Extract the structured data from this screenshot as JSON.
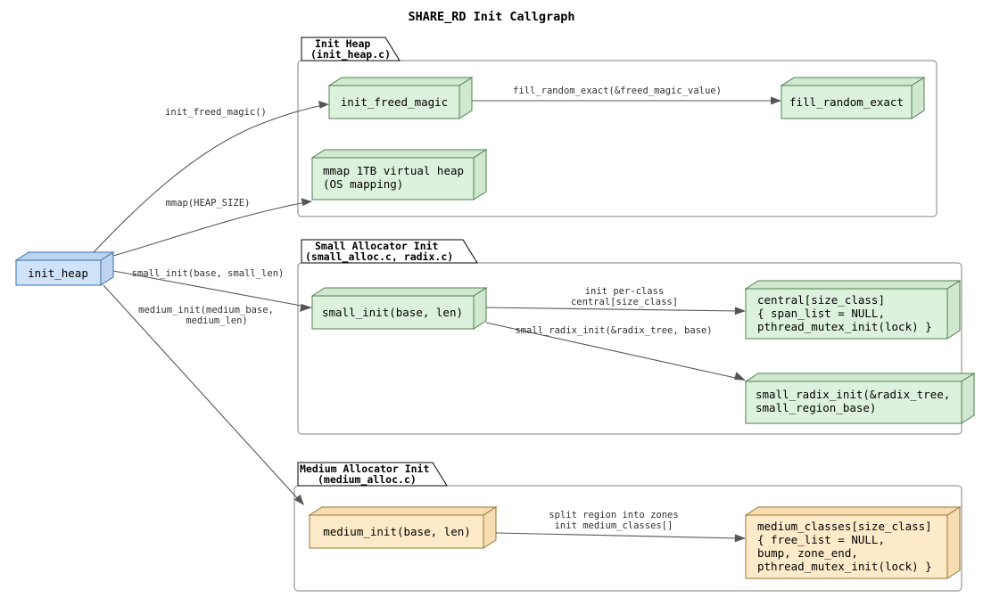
{
  "diagram": {
    "title": "SHARE_RD Init Callgraph",
    "type": "callgraph",
    "background": "#ffffff"
  },
  "palette": {
    "green_fill": "#ddf2dd",
    "green_side": "#cfe8cf",
    "green_stroke": "#4f7f4f",
    "blue_fill": "#cfe2f7",
    "blue_side": "#bcd4ef",
    "blue_stroke": "#3a6ea5",
    "orange_fill": "#fdeac8",
    "orange_side": "#f6ddb2",
    "orange_stroke": "#9a7432",
    "cluster_stroke": "#808080",
    "tab_stroke": "#000000",
    "edge_stroke": "#555555",
    "text": "#000000"
  },
  "root_node": {
    "id": "init_heap",
    "label": "init_heap",
    "color": "blue"
  },
  "clusters": [
    {
      "id": "cluster-init-heap",
      "title": "Init Heap",
      "subtitle": "(init_heap.c)",
      "nodes": [
        {
          "id": "init_freed_magic",
          "lines": [
            "init_freed_magic"
          ],
          "color": "green",
          "align": "center"
        },
        {
          "id": "mmap_virtual_heap",
          "lines": [
            "mmap 1TB virtual heap",
            "(OS mapping)"
          ],
          "color": "green",
          "align": "left"
        },
        {
          "id": "fill_random_exact",
          "lines": [
            "fill_random_exact"
          ],
          "color": "green",
          "align": "center"
        }
      ]
    },
    {
      "id": "cluster-small-alloc",
      "title": "Small Allocator Init",
      "subtitle": "(small_alloc.c, radix.c)",
      "nodes": [
        {
          "id": "small_init",
          "lines": [
            "small_init(base, len)"
          ],
          "color": "green",
          "align": "center"
        },
        {
          "id": "central_size_class",
          "lines": [
            "central[size_class]",
            "{ span_list = NULL,",
            "  pthread_mutex_init(lock) }"
          ],
          "color": "green",
          "align": "left"
        },
        {
          "id": "small_radix_init",
          "lines": [
            "small_radix_init(&radix_tree,",
            " small_region_base)"
          ],
          "color": "green",
          "align": "left"
        }
      ]
    },
    {
      "id": "cluster-medium-alloc",
      "title": "Medium Allocator Init",
      "subtitle": "(medium_alloc.c)",
      "nodes": [
        {
          "id": "medium_init",
          "lines": [
            "medium_init(base, len)"
          ],
          "color": "orange",
          "align": "center"
        },
        {
          "id": "medium_classes",
          "lines": [
            "medium_classes[size_class]",
            "{ free_list = NULL,",
            "  bump, zone_end,",
            "  pthread_mutex_init(lock) }"
          ],
          "color": "orange",
          "align": "left"
        }
      ]
    }
  ],
  "edges": [
    {
      "id": "edge-init-heap-to-init-freed-magic",
      "from": "init_heap",
      "to": "init_freed_magic",
      "label_lines": [
        "init_freed_magic()"
      ]
    },
    {
      "id": "edge-init-heap-to-mmap",
      "from": "init_heap",
      "to": "mmap_virtual_heap",
      "label_lines": [
        "mmap(HEAP_SIZE)"
      ]
    },
    {
      "id": "edge-init-heap-to-small-init",
      "from": "init_heap",
      "to": "small_init",
      "label_lines": [
        "small_init(base, small_len)"
      ]
    },
    {
      "id": "edge-init-heap-to-medium-init",
      "from": "init_heap",
      "to": "medium_init",
      "label_lines": [
        "medium_init(medium_base,",
        "medium_len)"
      ]
    },
    {
      "id": "edge-init-freed-magic-to-fill-random-exact",
      "from": "init_freed_magic",
      "to": "fill_random_exact",
      "label_lines": [
        "fill_random_exact(&freed_magic_value)"
      ]
    },
    {
      "id": "edge-small-init-to-central",
      "from": "small_init",
      "to": "central_size_class",
      "label_lines": [
        "init per-class",
        "central[size_class]"
      ]
    },
    {
      "id": "edge-small-init-to-small-radix-init",
      "from": "small_init",
      "to": "small_radix_init",
      "label_lines": [
        "small_radix_init(&radix_tree, base)"
      ]
    },
    {
      "id": "edge-medium-init-to-medium-classes",
      "from": "medium_init",
      "to": "medium_classes",
      "label_lines": [
        "split region into zones",
        "init medium_classes[]"
      ]
    }
  ]
}
